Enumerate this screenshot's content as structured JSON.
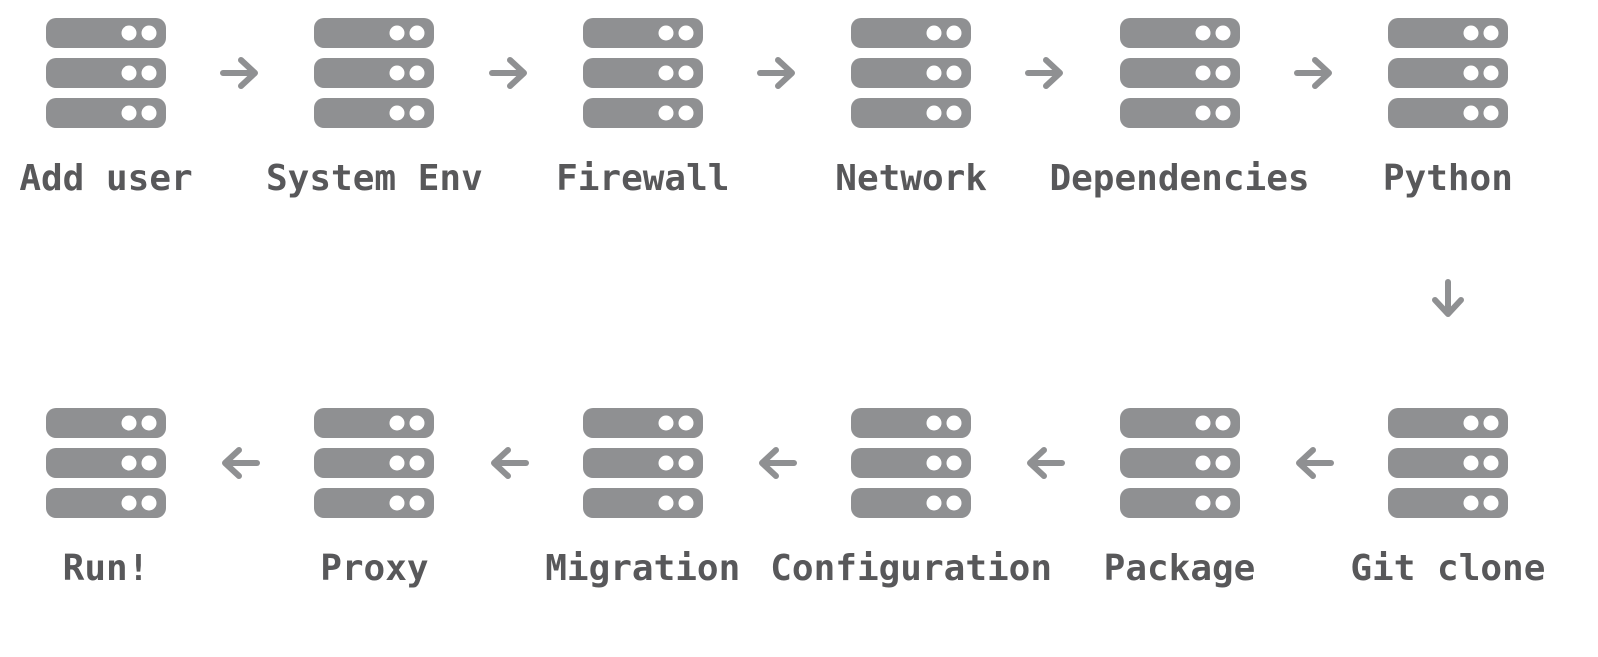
{
  "page": {
    "background": "#ffffff"
  },
  "diagram": {
    "type": "flowchart",
    "node_icon": "server-stack-icon",
    "colors": {
      "icon_gray": "#8f9092",
      "label_gray": "#58585a",
      "arrow_gray": "#8f9092",
      "dot_white": "#ffffff",
      "background": "#ffffff"
    },
    "rows": [
      {
        "id": "top",
        "direction": "left-to-right",
        "arrow_glyph": "→",
        "steps": [
          {
            "label": "Add user"
          },
          {
            "label": "System Env"
          },
          {
            "label": "Firewall"
          },
          {
            "label": "Network"
          },
          {
            "label": "Dependencies"
          },
          {
            "label": "Python"
          }
        ]
      },
      {
        "id": "bottom",
        "direction": "right-to-left",
        "arrow_glyph": "←",
        "steps": [
          {
            "label": "Run!"
          },
          {
            "label": "Proxy"
          },
          {
            "label": "Migration"
          },
          {
            "label": "Configuration"
          },
          {
            "label": "Package"
          },
          {
            "label": "Git clone"
          }
        ]
      }
    ],
    "row_connector": {
      "arrow_glyph": "↓",
      "from": "Python",
      "to": "Git clone"
    },
    "flow_order": [
      "Add user",
      "System Env",
      "Firewall",
      "Network",
      "Dependencies",
      "Python",
      "Git clone",
      "Package",
      "Configuration",
      "Migration",
      "Proxy",
      "Run!"
    ]
  }
}
